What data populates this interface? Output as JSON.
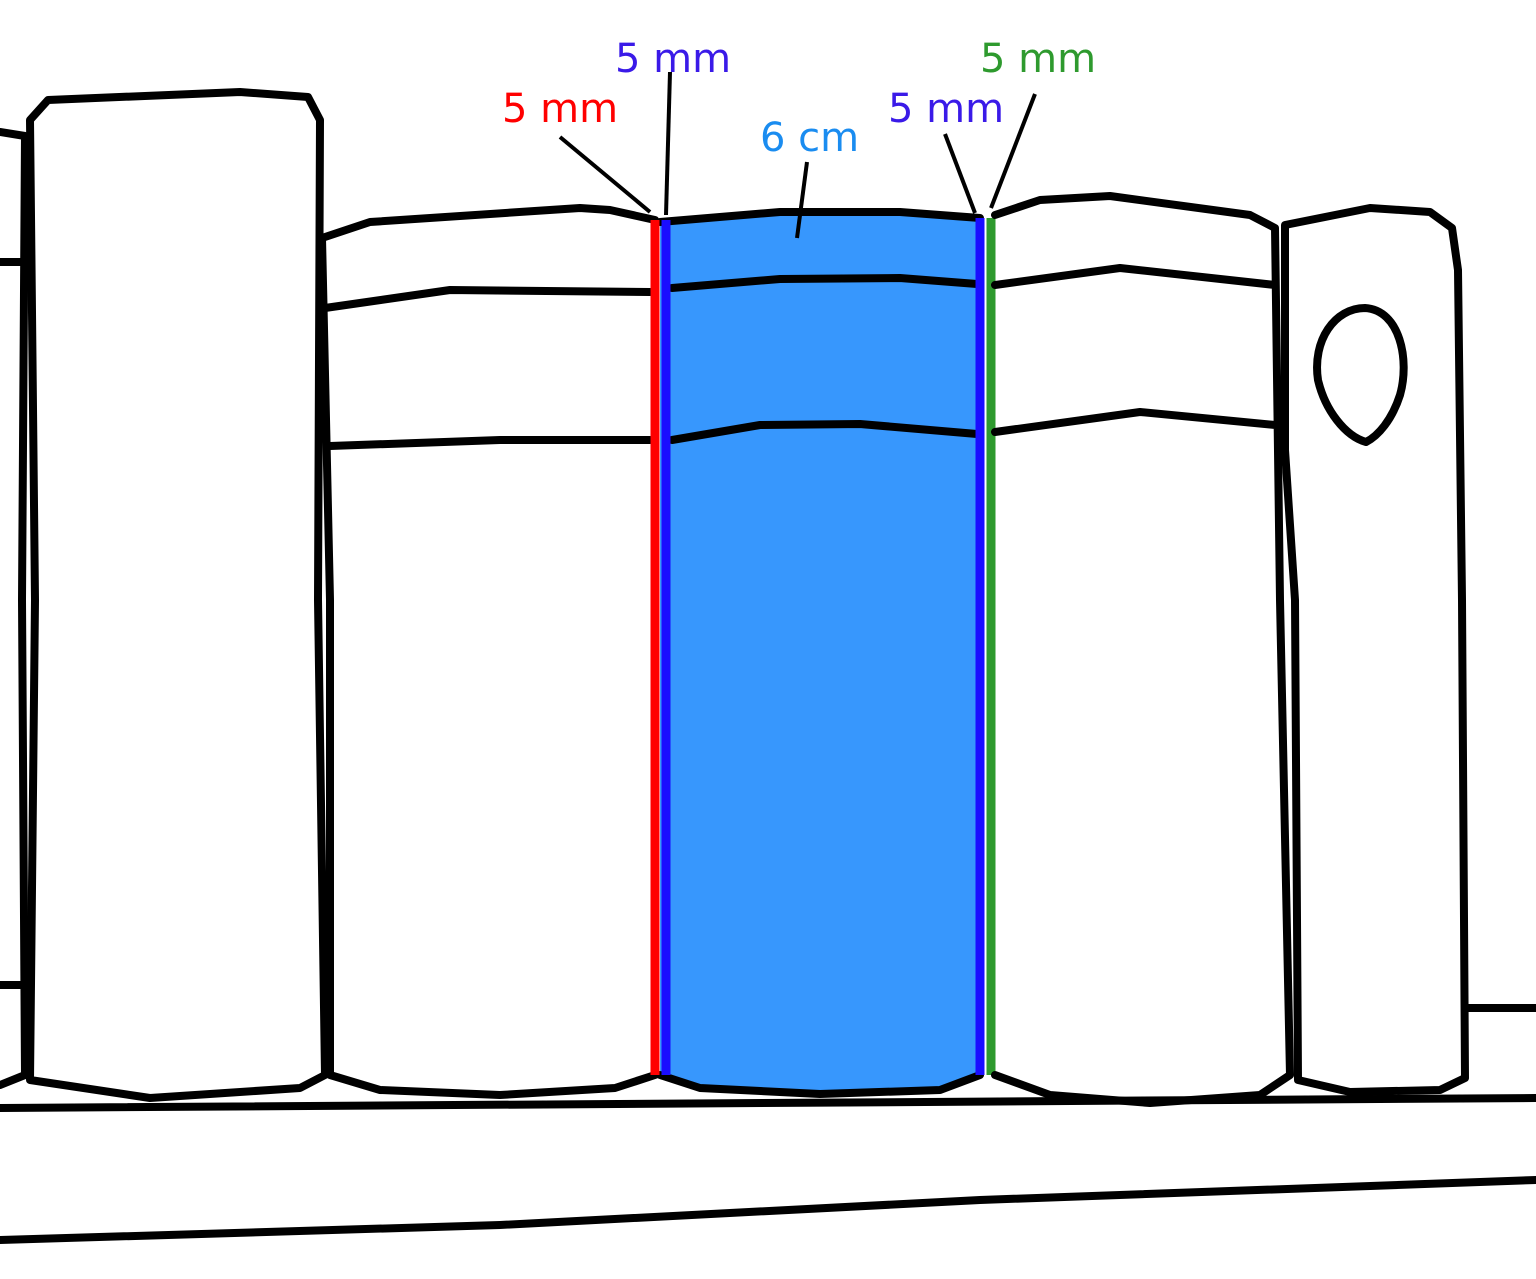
{
  "labels": {
    "left_cover_inner": "5 mm",
    "left_cover_outer": "5 mm",
    "spine_width": "6 cm",
    "right_cover_inner": "5 mm",
    "right_cover_outer": "5 mm"
  },
  "colors": {
    "spine_fill": "#3797fd",
    "left_outer": "#ff0000",
    "inner": "#1a0dff",
    "right_outer": "#2e9a2e",
    "spine_label": "#1a8cf0",
    "inner_label": "#3a1ae8",
    "green_label": "#2e9a2e"
  }
}
